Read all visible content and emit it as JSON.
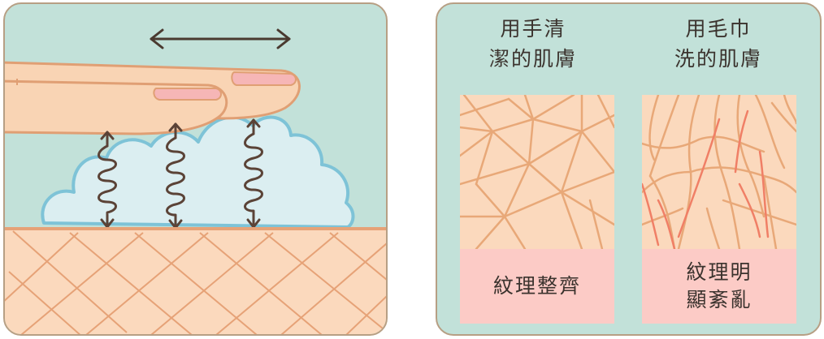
{
  "left_panel": {
    "icons": [
      "double-arrow-icon",
      "finger-icon",
      "foam-icon",
      "spiral-arrow-icon",
      "skin-icon"
    ]
  },
  "right_panel": {
    "columns": [
      {
        "title": [
          "用手清",
          "潔的肌膚"
        ],
        "caption": [
          "紋理整齊"
        ]
      },
      {
        "title": [
          "用毛巾",
          "洗的肌膚"
        ],
        "caption": [
          "紋理明",
          "顯紊亂"
        ]
      }
    ]
  },
  "colors": {
    "background": "#c2e1d9",
    "border": "#b79f84",
    "skin": "#fbd9bd",
    "skin_line": "#e8a878",
    "damage_line": "#f07f66",
    "caption_bg": "#fccbc6",
    "foam": "#dbeef1",
    "spiral": "#5b4337"
  }
}
